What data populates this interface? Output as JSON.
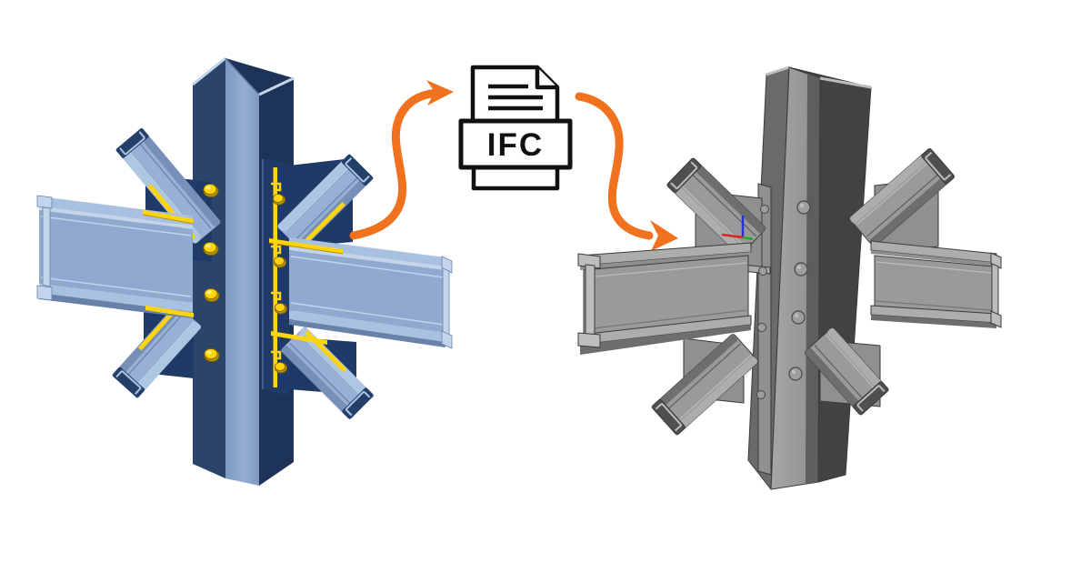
{
  "page": {
    "background": "#FFFFFF",
    "description": "Steel connection model exported to an IFC file and re-imported as a gray solid model"
  },
  "ifc_icon": {
    "label": "IFC"
  },
  "source_model": {
    "style": "shaded-blue-render",
    "parts": [
      "i-section-column",
      "beam-left",
      "beam-right",
      "brace-top-left",
      "brace-top-right",
      "brace-bottom-left",
      "brace-bottom-right",
      "gusset-plates",
      "fin-plate",
      "angle-cleats"
    ],
    "web_bolt_count": 4,
    "plate_bolt_count": 4
  },
  "target_model": {
    "style": "monochrome-gray-render",
    "parts": [
      "i-section-column",
      "beam-left",
      "beam-right",
      "brace-top-left",
      "brace-top-right",
      "brace-bottom-left",
      "brace-bottom-right",
      "gusset-plates",
      "fin-plate"
    ],
    "web_bolt_count": 4,
    "plate_bolt_count": 4,
    "has_axis_triad": true
  },
  "colors": {
    "orange": "#F0721E",
    "ink": "#111111",
    "paper": "#FFFFFF",
    "blue_flange": "#2A4569",
    "blue_flange_dark": "#1D3357",
    "blue_web_a": "#94AED3",
    "blue_web_b": "#7E99C1",
    "blue_beam_top": "#A9C1E0",
    "blue_beam_face": "#90AACF",
    "blue_light": "#C3D5EA",
    "blue_shadow": "#6781A8",
    "navy_plate": "#1F3A66",
    "navy_edge": "#4A6BA0",
    "brace_body": "#97B0D4",
    "brace_top": "#AFC6E2",
    "brace_low": "#7790B8",
    "brace_cap": "#24406A",
    "yellow": "#FFD40A",
    "yellow_dark": "#B99200",
    "yellow_line": "#806400",
    "gray_web_a": "#A6A6A6",
    "gray_web_b": "#8F8F8F",
    "gray_flange_l": "#6A6A6A",
    "gray_flange_r": "#424242",
    "gray_band": "#5E5E5E",
    "gray_beam_top": "#ADADAD",
    "gray_beam_face": "#9A9A9A",
    "gray_lip": "#6E6E6E",
    "gray_plate": "#909090",
    "gray_cap": "#4F4F4F",
    "gray_light": "#BDBDBD",
    "gray_outline": "#3A3A3A",
    "gray_bolt": "#9E9E9E",
    "gray_bolt_rim": "#474747",
    "axis_x": "#DD2222",
    "axis_y": "#22AA22",
    "axis_z": "#2233DD"
  }
}
